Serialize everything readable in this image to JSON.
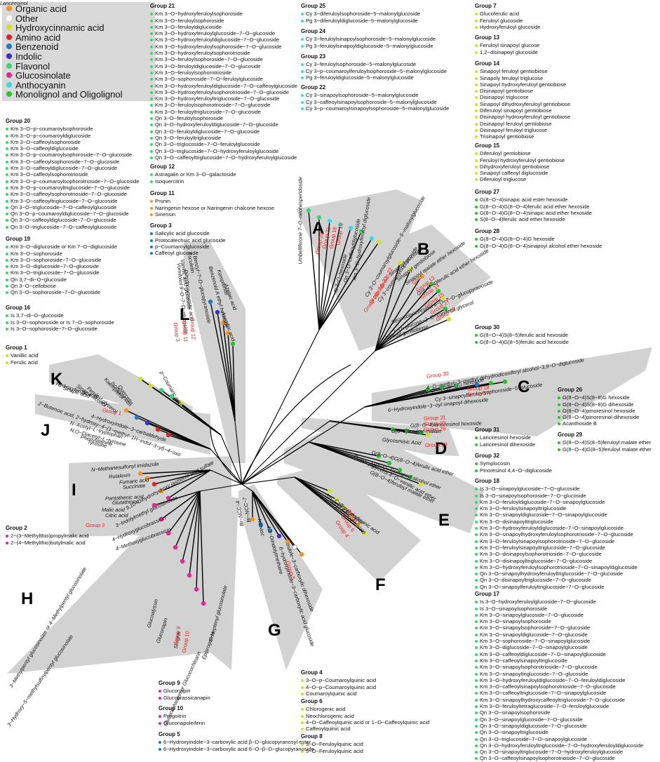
{
  "colors": {
    "organic_acid": "#f7941d",
    "other": "#ffffff",
    "hydroxycinnamic_acid": "#d7df23",
    "amino_acid": "#e8221a",
    "benzenoid": "#1e7ac9",
    "indolic": "#3b2ccf",
    "flavonol": "#3dd66b",
    "glucosinolate": "#e9239a",
    "anthocyanin": "#3fd7e0",
    "monolignol": "#29c42b",
    "panel": "#d2d2d2",
    "red": "#e8221a"
  },
  "legend": [
    {
      "label": "Organic acid",
      "color": "#f7941d"
    },
    {
      "label": "Other",
      "color": "#ffffff"
    },
    {
      "label": "Hydroxycinnamic acid",
      "color": "#d7df23"
    },
    {
      "label": "Amino acid",
      "color": "#e8221a"
    },
    {
      "label": "Benzenoid",
      "color": "#1e7ac9"
    },
    {
      "label": "Indolic",
      "color": "#3b2ccf"
    },
    {
      "label": "Flavonol",
      "color": "#3dd66b"
    },
    {
      "label": "Glucosinolate",
      "color": "#e9239a"
    },
    {
      "label": "Anthocyanin",
      "color": "#3fd7e0"
    },
    {
      "label": "Monolignol and Oligolignol",
      "color": "#29c42b"
    }
  ],
  "clades": [
    "A",
    "B",
    "C",
    "D",
    "E",
    "F",
    "G",
    "H",
    "I",
    "J",
    "K",
    "L"
  ],
  "groups": [
    {
      "title": "Group 20",
      "color": "#3dd66b",
      "items": [
        "Km 3−O−p−coumaroylsophoroside",
        "Km 3−O−p−coumaroyldiglucoside",
        "Km 3−O−caffeoylsophoroside",
        "Km 3−O−caffeoyldiglucoside",
        "Km 3−O−p−coumaroylsophoroside−7−O−glucoside",
        "Km 3−O−caffeoylsophoroside−7−O−glucoside",
        "Km 3−O−caffeoyldiglucoside−7−O−glucoside",
        "Km 3−O−caffeoylsophorotrioside",
        "Km 3−O−p−coumaroylsophorotrioside−7−O−glucoside",
        "Km 3−O−p−coumaroyltriglucoside−7−O−glucoside",
        "Km 3−O−caffeoylsophorotrioside−7−O−glucoside",
        "Km 3−O−caffeoyltriglucoside−7−O−glucoside",
        "Qn 3−O−triglucoside−7−O−caffeoylglucoside",
        "Qn 3−O−p−coumaroyldiglucoside−7−O−glucoside",
        "Qn 3−O−caffeoyldiglucoside−7−O−glucoside",
        "Qn 3−O−triglucoside−7−O−caffeoylglucoside"
      ]
    },
    {
      "title": "Group 19",
      "color": "#3dd66b",
      "items": [
        "Km 3−O−diglucoside or Km 7−O−diglucoside",
        "Km 3−O−sophoroside",
        "Km 3−O−sophoroside−7−O−glucoside",
        "Km 3−O−diglucoside−7−O−glucoside",
        "Km 3−O−triglucoside−7−O−glucoside",
        "Qn 3,7−di−O−glucoside",
        "Qn 3−O−cellobiose",
        "Qn 3−O−sophoroside−7−O−glucoside"
      ]
    },
    {
      "title": "Group 16",
      "color": "#3dd66b",
      "items": [
        "Is 3,7−di−O−glucoside",
        "Is 3−O−sophoroside or Is 7−O−sophoroside",
        "Is 3−O−sophoroside−7−O−glucoside"
      ]
    },
    {
      "title": "Group 1",
      "color": "#d7df23",
      "items": [
        "Vanillic acid",
        "Ferulic acid"
      ]
    },
    {
      "title": "Group 2",
      "color": "#e9239a",
      "items": [
        "2−(3−Methylthio)propylmalic acid",
        "2−(4−Methylthio)butylmalic acid"
      ]
    },
    {
      "title": "Group 21",
      "color": "#3dd66b",
      "items": [
        "Km 3−O−hydroxyferuloylsophoroside",
        "Km 3−O−feruloylsophoroside",
        "Km 3−O−feruloyldiglucoside",
        "Km 3−O−hydroxyferuloylglucoside−7−O−glucoside",
        "Km 3−O−hydroxyferuloyldiglucoside−7−O−glucoside",
        "Km 3−O−hydroxyferuloylsophoroside−7−O−glucoside",
        "Km 3−O−hydroxyferuloylsophorotrioside",
        "Km 3−O−feruloylsophoroside−7−O−glucoside",
        "Km 3−O−feruloyldiglucoside−7−O−glucoside",
        "Km 3−O−feruloylsophorotrioside",
        "Km 3−O−sophoroside−7−O−feruloylglucoside",
        "Km 3−O−hydroxyferuloyldiglucoside−7−O−caffeoylglucoside",
        "Km 3−O−hydroxyferuloylsophorotrioside−7−O−glucoside",
        "Km 3−O−hydroxyferuloyltriglucoside−7−O−glucoside",
        "Km 3−O−feruloylsophorotrioside−7−O−glucoside",
        "Km 3−O−feruloyltriglucoside−7−O−glucoside",
        "Qn 3−O−feruloylsophoroside",
        "Qn 3−O−hydroxyferuloyldiglucoside−7−O−glucoside",
        "Qn 3−O−feruloyldiglucoside−7−O−glucoside",
        "Qn 3−O−feruloyltriglucoside",
        "Qn 3−O−triglucoside−7−O−feruloylglucoside",
        "Qn 3−O−triglucoside−7−O−hydroxyferuloylglucoside",
        "Qn 3−O−caffeoyltriglucoside−7−O−hydroxyferuloylglucoside"
      ]
    },
    {
      "title": "Group 12",
      "color": "#3dd66b",
      "items": [
        "Astragalin or Km 3−O−galactoside",
        "Isoquercitrin"
      ]
    },
    {
      "title": "Group 11",
      "color": "#f7941d",
      "items": [
        "Prunin",
        "Naringenin hexose or Naringenin chalcone hexose",
        "Sinensin"
      ]
    },
    {
      "title": "Group 3",
      "color": "#1e7ac9",
      "items": [
        "Salicylic acid glucoside",
        "Protocatechuic acid glucoside",
        "p−Coumaroylglucoside",
        "Caffeoyl glucoside"
      ]
    },
    {
      "title": "Group 25",
      "color": "#3fd7e0",
      "items": [
        "Cy 3−diferuloylsophoroside−5−malonylglucoside",
        "Pg 3−diferuloyldiglucoside−5−malonylglucoside"
      ]
    },
    {
      "title": "Group 24",
      "color": "#3fd7e0",
      "items": [
        "Cy 3−feruloylsinapoylsophoroside−5−malonylglucoside",
        "Pg 3−feruloylsinapoyldiglucoside−5−malonylglucoside"
      ]
    },
    {
      "title": "Group 23",
      "color": "#3fd7e0",
      "items": [
        "Cy 3−feruloylsophoroside−5−malonylglucoside",
        "Cy 3−p−coumaroylferuloylsophoroside−5−malonylglucoside",
        "Pg 3−feruloyldiglucoside−5−malonylglucoside"
      ]
    },
    {
      "title": "Group 22",
      "color": "#3fd7e0",
      "items": [
        "Cy 3−sinapoylsophoroside−5−malonylglucoside",
        "Cy 3−caffeoylsinapoylsophoroside−5−malonylglucoside",
        "Cy 3−p−coumaroylsinapoylsophoroside−5−malonylglucoside"
      ]
    },
    {
      "title": "Group 7",
      "color": "#d7df23",
      "items": [
        "Glucoferulic acid",
        "Feruloyl glucoside",
        "Hydroxyferuloyl glucoside"
      ]
    },
    {
      "title": "Group 13",
      "color": "#d7df23",
      "items": [
        "Feruloyl sinapoyl glucose",
        "1,2−disinapoyl glucoside"
      ]
    },
    {
      "title": "Group 14",
      "color": "#d7df23",
      "items": [
        "Sinapoyl feruloyl gentiobiose",
        "Sinapoly feruloyl triglucose",
        "Sinapoyl hydroxyferuloyl gentiobiose",
        "Disinapoyl gentiobiose",
        "Disinapoyl triglucose",
        "Sinapoyl dihydroxyferuloyl gentiobiose",
        "Diferuloyl sinapoyl gentiobiose",
        "Disinapoyl hydroxyferuloyl gentiobiose",
        "Disinapoyl feruloyl gentiobiose",
        "Disinapoyl feruloyl triglucose",
        "Trisinapoyl gentiobiose"
      ]
    },
    {
      "title": "Group 15",
      "color": "#d7df23",
      "items": [
        "Diferuloyl gentiobiose",
        "Feruloyl hydroxyferuloyl gentiobiose",
        "Dihydroxyferuloyl gentiobiose",
        "Sinapoyl caffeoyl diglucoside",
        "Diferuloyl triglucose"
      ]
    },
    {
      "title": "Group 27",
      "color": "#29c42b",
      "items": [
        "G(8−O−4)sinapic acid ester hexoside",
        "G(8−O−4)G(8−O−4)ferulic acid ether hexoside",
        "G(8−O−4)G(8−O−4)sinapic acid ether hexoside",
        "S(8−O−4)ferulic acid ether hexoside"
      ]
    },
    {
      "title": "Group 28",
      "color": "#29c42b",
      "items": [
        "G(8−O−4)G(8−O−4)G hexoside",
        "G(8−O−4)G(8−O−4)sinapoyl alcohol ether hexoside"
      ]
    },
    {
      "title": "Group 30",
      "color": "#29c42b",
      "items": [
        "G(8−O−4)S(8−5)ferulic acid hexoside",
        "G(8−O−4)G(8−5)ferulic acid hexoside"
      ]
    },
    {
      "title": "Group 26",
      "color": "#29c42b",
      "items": [
        "G(8−O−4)S(8−8)G hexoside",
        "G(8−O−4)S(8−8)G dihexoside",
        "G(8−O−4)pinoresinol hexoside",
        "G(8−O−4)pinoresinol dihexoside",
        "Acanthoside B"
      ]
    },
    {
      "title": "Group 29",
      "color": "#29c42b",
      "items": [
        "G(8−O−4)S(8−5)feruloyl malate ether",
        "G(8−O−4)G(8−5)feruloyl malate ether"
      ]
    },
    {
      "title": "Group 31",
      "color": "#29c42b",
      "items": [
        "Lariciresinol hexoside",
        "Lariciresinol dihexoside"
      ]
    },
    {
      "title": "Group 32",
      "color": "#29c42b",
      "items": [
        "Symplocosin",
        "Pinoresinol 4,4−O−diglucoside"
      ]
    },
    {
      "title": "Group 18",
      "color": "#3dd66b",
      "items": [
        "Is 3−O−sinapoylglucoside−7−O−glucoside",
        "Is 3−O−sinapoylsophoroside−7−O−glucoside",
        "Km 3−O−feruloyldiglucoside−7−O−sinapoylglucoside",
        "Km 3−O−feruloylsinapoyltriglucoside",
        "Km 3−O−sinapoyldiglucoside−7−O−sinapoylglucoside",
        "Km 3−O−disinapoyltriglucoside",
        "Km 3−O−hydroxyferuloyldiglucoside−7−O−sinapoylglucoside",
        "Km 3−O−sinapoylhydroxyferuloylsophorotrioside−7−O−glucoside",
        "Km 3−O−feruloylsinapoylsophorotrioside−7−O−glucoside",
        "Km 3−O−feruloylsinapoyltriglucoside−7−O−glucoside",
        "Km 3−O−disinapoylsophorotrioside−7−O−glucoside",
        "Km 3−O−disinapoyltriglucoside−7−O−glucoside",
        "Km 3−O−hydroxyferuloylsophorotrioside−7−O−sinapoyldiglucoside",
        "Qn 3−O−sinapoylhydroxyferuloyltriglucoside−7−O−glucoside",
        "Qn 3−O−disinapoyltriglucoside−7−O−glucoside",
        "Qn 3−O−sinapoylferuloyltriglucoside−7−O−glucoside"
      ]
    },
    {
      "title": "Group 17",
      "color": "#3dd66b",
      "items": [
        "Is 3−O−hydroxyferuloylglucoside−7−O−glucoside",
        "Is 3−O−sinapoylsophoroside",
        "Km 3−O−sinapoylglucoside−7−O−glucoside",
        "Km 3−O−sinapoylsophoroside",
        "Km 3−O−sinapoylsophoroside−7−O−glucoside",
        "Km 3−O−sinapoyldiglucoside−7−O−glucoside",
        "Km 3−O−sophoroside−7−O−sinapoylglucoside",
        "Km 3−O−diglucoside−7−O−sinapoylglucoside",
        "Km 3−O−caffeoyldiglucoside−7−O−sinapoylglucoside",
        "Km 3−O−caffeoylsinapoyltriglucoside",
        "Km 3−O−sinapoylsophorotrioside−7−O−glucoside",
        "Km 3−O−sinapoyltriglucoside−7−O−glucoside",
        "Km 3−O−hydroxyferuloyldiglucoside−7−O−feruloyldiglucoside",
        "Km 3−O−caffeoylsinapoylsophorotrioside−7−O−glucoside",
        "Km 3−O−caffeoyltriglucoside−7−O−sinapoylglucoside",
        "Km 3−O−sinapoylhydroxycaffeoyltriglucoside−7−O−glucoside",
        "Km 3−O−feruloyltetraglucoside−7−O−feruloylglucoside",
        "Qn 3−O−sinapoylsophoroside",
        "Qn 3−O−sinapoylglucoside−7−O−glucoside",
        "Qn 3−O−sinapoyldiglucoside−7−O−glucoside",
        "Qn 3−O−sinapoyltriglucoside",
        "Qn 3−O−triglucoside−7−O−sinapoylglucoside",
        "Qn 3−O−hydroxyferuloyltriglucoside−7−O−hydroxyferuloyldiglucoside",
        "Qn 3−O−sinapoyltriglucoside−7−O−hydroxyferuloylglucoside",
        "Qn 3−O−caffeoylsinapoylsophorotrioside−7−O−glucoside"
      ]
    },
    {
      "title": "Group 4",
      "color": "#d7df23",
      "items": [
        "3−O−p−Coumaroylquinic acid",
        "4−O−p−Coumaroylquinic acid",
        "Coumaroylquinic acid"
      ]
    },
    {
      "title": "Group 6",
      "color": "#d7df23",
      "items": [
        "Chlorogenic acid",
        "Neochlorogenic acid",
        "4−O−Caffeoylquinic acid or 1−O−Caffeoylquinic acid",
        "Caffeoylquinic acid"
      ]
    },
    {
      "title": "Group 8",
      "color": "#d7df23",
      "items": [
        "3−O−Feruloylquinic acid",
        "5−O−Feruloylquinic acid"
      ]
    },
    {
      "title": "Group 9",
      "color": "#e9239a",
      "items": [
        "Gluconapin",
        "Glucobrassicanapin"
      ]
    },
    {
      "title": "Group 10",
      "color": "#e9239a",
      "items": [
        "Progoitrin",
        "Gluconapoleiferin"
      ]
    },
    {
      "title": "Group 5",
      "color": "#1e7ac9",
      "items": [
        "6−Hydroxyindole−3−carboxylic acid β−D−glucopyranosyl ester",
        "6−Hydroxyindole−3−carboxylic acid 6−O−β−D−glucopyranoside"
      ]
    }
  ],
  "tree_labels": [
    "Umbelliferone 7−O−neohesperidoside",
    "Is 3−O−hexoside",
    "Qn 3−O−caffeoyldiglucoside",
    "Km 3−O−hydroxyferuloyl diglucoside",
    "Cy 3−O−coumaroylglucoside−5−malonylglucoside",
    "Cy 3−coumaroylsophoroside",
    "Sinapoyl glucoside",
    "Sinapoyl gentiobiose",
    "Sinapoyl malate ether hexoside",
    "G(8−O−4)ferulic acid ether hexoside",
    "Secoisolariciresinol 4−O−?−D−glucopyranoside",
    "1−O−glucose−2−O−coniferol glycerol",
    "Caffeoyl gentiobiose",
    "G(8−O−4)G(8−5)G hexoside",
    "4−O−methyl−3−methyl dehydrodiconiferyl alcohol−3,9−O−diglucoside",
    "Cy 3−sinapoylferuloylsophoroside−5−glucoside",
    "6−Hydroxyindole−3−oyl sinapoyl dihexoside",
    "G(8−O−4)lariciresinol hexoside",
    "G(8−5)feruloyl malate",
    "Glycosmisic Acid",
    "G(8−O−4)G(8−O−4)ferulic acid ether",
    "G(8−O−4)sinapoyl alcohol ether",
    "G(8−O−4)feruloyl malate ether",
    "Guaiacylglycerol 4−O−vanillic acid ether",
    "Feruloylquinic acid",
    "Sinapoyl feruloyl malate",
    "Caffeoyl malate",
    "Indole−3−carboxylic dihexoside",
    "6−hydroxyindole−3−carboxylic acid glucoside",
    "Neoasc",
    "1,3−Diindolylmethane",
    "Br−NCC−7",
    "Br−NCC−4",
    "9,10−Dihydrohydroxy jasmonic acid sulfate",
    "3−Indolylmethyl glucosinolate",
    "4−Hydroxyglucobrassicin",
    "4−Methoxyglucobrassicin",
    "3−Methylpentyl glucosinolate or 4−Methylpentyl glucosinolate",
    "3−Hydroxy−5−methylsulfinylpentyl glucosinolate",
    "Glucocochlearin or Glucocochlearin",
    "Glucoalyssin",
    "Gluconapin",
    "Sinigrin",
    "Epiprogoitrin",
    "6−Heptenyl glucosinolate",
    "N−Methanesulfonyl imidazole",
    "Rutalexin",
    "Fumaric acid",
    "Succinate",
    "Pantothenic acid",
    "Glutathione",
    "Malic acid",
    "Citric acid",
    "2−Butenoic acid, 2−hydroxy−4−(1−methyl−1H−indol−3−yl)−4−oxo",
    "4−Hydroxyindole−3−carbaldehyde",
    "N−Acetyl−L−tryptophan",
    "N,O−Diacetyl−L−tyrosine",
    "Phenylalanine",
    "Tyrosine",
    "Hydroxyferulic acid",
    "Sinapic acid",
    "Sinapyl alcohol",
    "Feruloyl glycerol",
    "Kaempferol",
    "Isorhamnetin",
    "Quercetin",
    "p−Coumaric acid",
    "Esculetin",
    "Vanillic acid glucoside",
    "Vomifoliol 9−O−?−D−glucoside",
    "Benzyl−?−D−glucopyranoside",
    "Dihydroxymyristic acid",
    "Benzenoid A ethyl hexoside",
    "Kempferide",
    "Azelaic acid",
    "Ascorbic acid",
    "Lariciresinol"
  ],
  "tree_groups": [
    "Group 20",
    "Group 21",
    "Group 16",
    "Group 19",
    "Group 25",
    "Group 24",
    "Group 23",
    "Group 22",
    "Group 7",
    "Group 13",
    "Group 14",
    "Group 15",
    "Group 27",
    "Group 28",
    "Group 30",
    "Group 18",
    "Group 17",
    "Group 31",
    "Group 32",
    "Group 26",
    "Group 29",
    "Group 4",
    "Group 6",
    "Group 8",
    "Group 5",
    "Group 9",
    "Group 10",
    "Group 2",
    "Group 1",
    "Group 3",
    "Group 11",
    "Group 12"
  ]
}
